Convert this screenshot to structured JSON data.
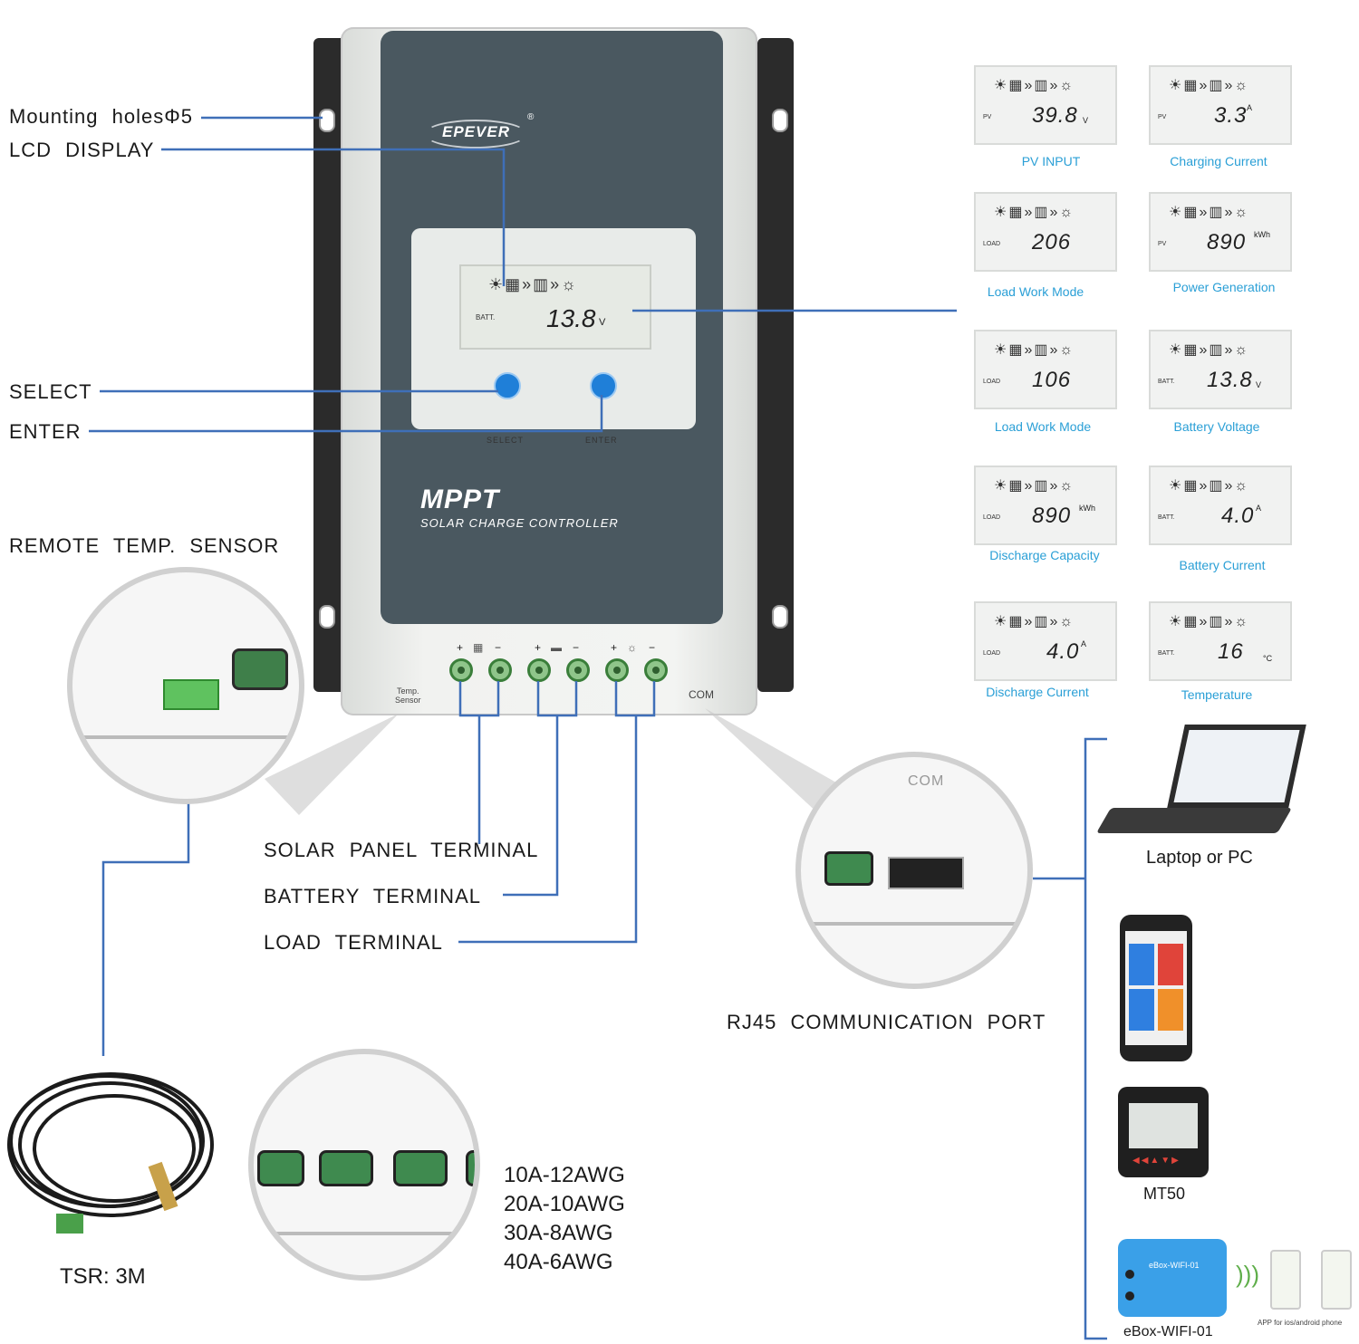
{
  "device": {
    "brand": "EPEVER",
    "registered": "®",
    "model": "MPPT",
    "subtitle": "SOLAR CHARGE CONTROLLER",
    "lcd_tag": "BATT.",
    "lcd_value": "13.8",
    "lcd_unit": "V",
    "select_label": "SELECT",
    "enter_label": "ENTER",
    "temp_sensor_label": "Temp.\nSensor",
    "com_label": "COM",
    "terminal_signs": [
      "+",
      "−",
      "+",
      "−",
      "+",
      "−"
    ]
  },
  "callouts": {
    "mounting_holes": "Mounting holesΦ5",
    "lcd_display": "LCD DISPLAY",
    "select": "SELECT",
    "enter": "ENTER",
    "remote_temp_sensor": "REMOTE TEMP. SENSOR",
    "solar_terminal": "SOLAR PANEL TERMINAL",
    "battery_terminal": "BATTERY TERMINAL",
    "load_terminal": "LOAD TERMINAL",
    "rj45": "RJ45 COMMUNICATION PORT",
    "tsr": "TSR: 3M",
    "circle_com": "COM"
  },
  "wire_gauges": [
    "10A-12AWG",
    "20A-10AWG",
    "30A-8AWG",
    "40A-6AWG"
  ],
  "screens": [
    {
      "tag": "PV",
      "value": "39.8",
      "unit": "V",
      "caption": "PV INPUT"
    },
    {
      "tag": "PV",
      "value": "3.3",
      "unit": "A",
      "caption": "Charging Current"
    },
    {
      "tag": "LOAD",
      "value": "206",
      "unit": "",
      "caption": "Load Work Mode"
    },
    {
      "tag": "PV",
      "value": "890",
      "unit": "kWh",
      "caption": "Power Generation"
    },
    {
      "tag": "LOAD",
      "value": "106",
      "unit": "",
      "caption": "Load Work Mode"
    },
    {
      "tag": "BATT.",
      "value": "13.8",
      "unit": "V",
      "caption": "Battery Voltage"
    },
    {
      "tag": "LOAD",
      "value": "890",
      "unit": "kWh",
      "caption": "Discharge Capacity"
    },
    {
      "tag": "BATT.",
      "value": "4.0",
      "unit": "A",
      "caption": "Battery Current"
    },
    {
      "tag": "LOAD",
      "value": "4.0",
      "unit": "A",
      "caption": "Discharge Current"
    },
    {
      "tag": "BATT.",
      "value": "16",
      "unit": "°C",
      "caption": "Temperature"
    }
  ],
  "accessories": {
    "laptop": "Laptop or PC",
    "mt50": "MT50",
    "ebox": "eBox-WIFI-01",
    "ebox_device_label": "eBox-WIFI-01",
    "app_note": "APP for ios/android phone"
  },
  "colors": {
    "accent_line": "#3f6fb8",
    "caption_blue": "#2a9fd6",
    "panel": "#4a5860",
    "terminal_green": "#8fc58a"
  }
}
